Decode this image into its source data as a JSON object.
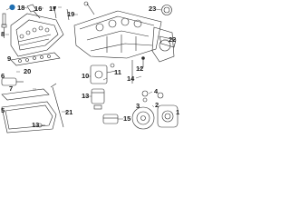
{
  "diagram": {
    "callouts": [
      {
        "id": "c1",
        "text": "1"
      },
      {
        "id": "c2",
        "text": "2"
      },
      {
        "id": "c3",
        "text": "3"
      },
      {
        "id": "c4",
        "text": "4"
      },
      {
        "id": "c5",
        "text": "5"
      },
      {
        "id": "c6",
        "text": "6"
      },
      {
        "id": "c7",
        "text": "7"
      },
      {
        "id": "c8",
        "text": "8"
      },
      {
        "id": "c9",
        "text": "9"
      },
      {
        "id": "c10",
        "text": "10"
      },
      {
        "id": "c11",
        "text": "11"
      },
      {
        "id": "c12",
        "text": "12"
      },
      {
        "id": "c13",
        "text": "13"
      },
      {
        "id": "c14",
        "text": "14"
      },
      {
        "id": "c15",
        "text": "15"
      },
      {
        "id": "c16",
        "text": "16"
      },
      {
        "id": "c17",
        "text": "17"
      },
      {
        "id": "c18",
        "text": "18"
      },
      {
        "id": "c19",
        "text": "19"
      },
      {
        "id": "c20",
        "text": "20"
      },
      {
        "id": "c21",
        "text": "21"
      },
      {
        "id": "c22",
        "text": "22"
      },
      {
        "id": "c23",
        "text": "23"
      }
    ],
    "colors": {
      "line": "#2a2a2a",
      "highlight": "#1f6fb2",
      "background": "#ffffff"
    }
  }
}
